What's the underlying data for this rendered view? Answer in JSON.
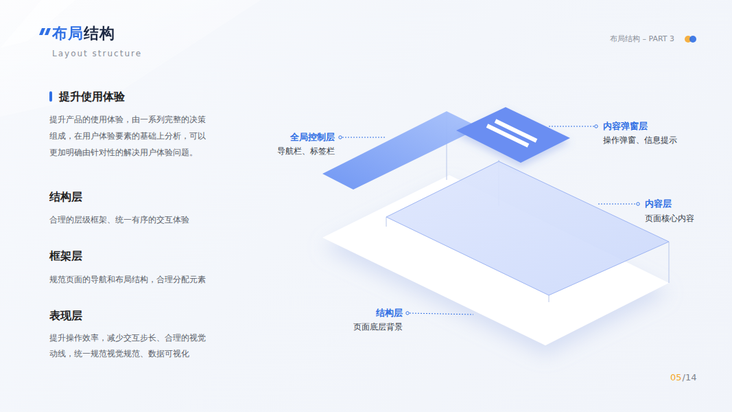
{
  "diagram": {
    "title": "布局结构",
    "labels": [
      "Layout structure",
      "布局结构 – PART 3",
      "提升使用体验",
      "提升产品的使用体验，由一系列完整的决策 组成，在用户体验要素的基础上分析，可以 更加明确由针对性的解决用户体验问题。",
      "结构层",
      "合理的层级框架、统一有序的交互体验",
      "框架层",
      "规范页面的导航和布局结构，合理分配元素",
      "表现层",
      "提升操作效率，减少交互步长、合理的视觉 动线，统一规范视觉规范、数据可视化",
      "全局控制层",
      "导航栏、标签栏",
      "内容弹窗层",
      "操作弹窗、信息提示",
      "内容层",
      "页面核心内容",
      "结构层",
      "页面底层背景",
      "05",
      "/14"
    ]
  }
}
